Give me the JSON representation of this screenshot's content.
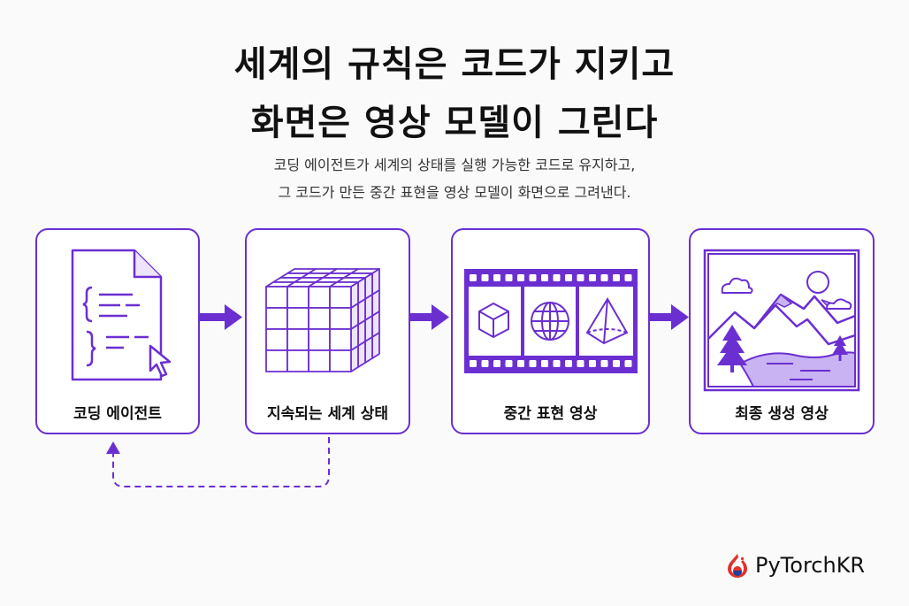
{
  "title": {
    "line1": "세계의 규칙은 코드가 지키고",
    "line2": "화면은 영상 모델이 그린다"
  },
  "subtitle": {
    "line1": "코딩 에이전트가 세계의 상태를 실행 가능한 코드로 유지하고,",
    "line2": "그 코드가 만든 중간 표현을 영상 모델이 화면으로 그려낸다."
  },
  "steps": [
    {
      "label": "코딩 에이전트",
      "icon": "code-document-with-cursor-icon"
    },
    {
      "label": "지속되는 세계 상태",
      "icon": "voxel-cube-grid-icon"
    },
    {
      "label": "중간 표현 영상",
      "icon": "film-strip-with-shapes-icon"
    },
    {
      "label": "최종 생성 영상",
      "icon": "landscape-picture-icon"
    }
  ],
  "feedback_loop": {
    "from": "지속되는 세계 상태",
    "to": "코딩 에이전트",
    "style": "dashed"
  },
  "brand": {
    "name": "PyTorchKR",
    "icon": "pytorch-flame-icon"
  },
  "colors": {
    "accent": "#6b2fd1",
    "accent_light": "#c9b3f2",
    "text": "#111111",
    "background": "#fafafa"
  }
}
